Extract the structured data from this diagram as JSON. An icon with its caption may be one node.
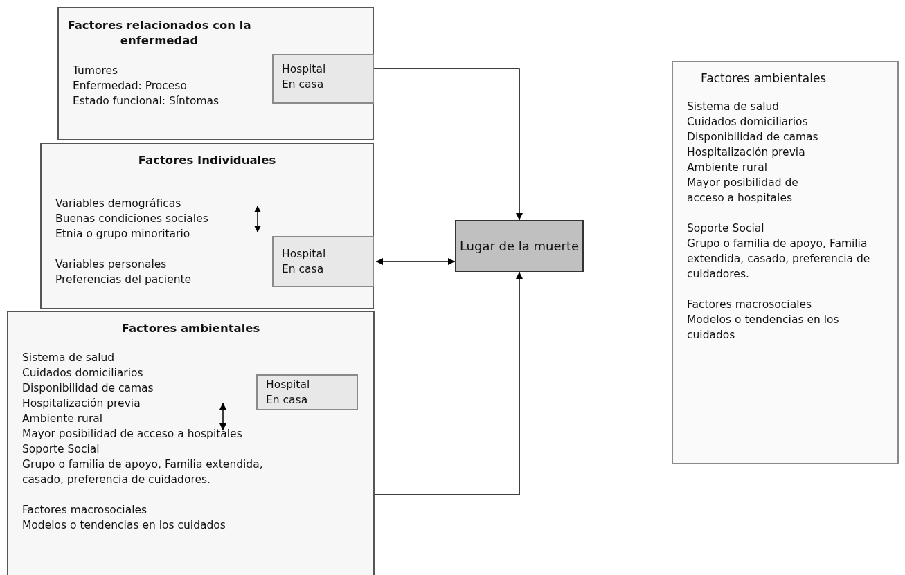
{
  "diagram": {
    "nodes": [
      {
        "text": [
          "Factores relacionados con la enfermedad",
          "Tumores",
          "Enfermedad: Proceso",
          "Estado funcional: Síntomas"
        ]
      },
      {
        "text": [
          "Hospital",
          "En casa"
        ],
        "in": 0
      },
      {
        "text": [
          "Factores Individuales",
          "Variables demográficas",
          "Buenas condiciones sociales",
          "Etnia o grupo minoritario",
          "Variables personales",
          "Preferencias del paciente"
        ]
      },
      {
        "text": [
          "Hospital",
          "En casa"
        ],
        "in": 2
      },
      {
        "text": [
          "Factores ambientales",
          "Sistema de salud",
          "Cuidados domiciliarios",
          "Disponibilidad de camas",
          "Hospitalización previa",
          "Ambiente rural",
          "Mayor posibilidad de acceso a hospitales",
          "Soporte Social",
          "Grupo o familia de apoyo, Familia extendida, casado, preferencia de cuidadores.",
          "Factores macrosociales",
          "Modelos o tendencias en los cuidados"
        ]
      },
      {
        "text": [
          "Hospital",
          "En casa"
        ],
        "in": 4
      },
      {
        "text": [
          "Lugar de la muerte"
        ]
      },
      {
        "text": [
          "Factores ambientales",
          "Sistema de salud",
          "Cuidados domiciliarios",
          "Disponibilidad de camas",
          "Hospitalización previa",
          "Ambiente rural",
          "Mayor posibilidad de acceso a hospitales",
          "Soporte Social",
          "Grupo o familia de apoyo, Familia extendida, casado, preferencia de cuidadores.",
          "Factores macrosociales",
          "Modelos o tendencias en los cuidados"
        ]
      }
    ],
    "edges": [
      {
        "from": 1,
        "to": 6,
        "arrow": "to"
      },
      {
        "from": 3,
        "to": 6,
        "arrow": "both"
      },
      {
        "from": 4,
        "to": 6,
        "arrow": "to"
      }
    ]
  }
}
